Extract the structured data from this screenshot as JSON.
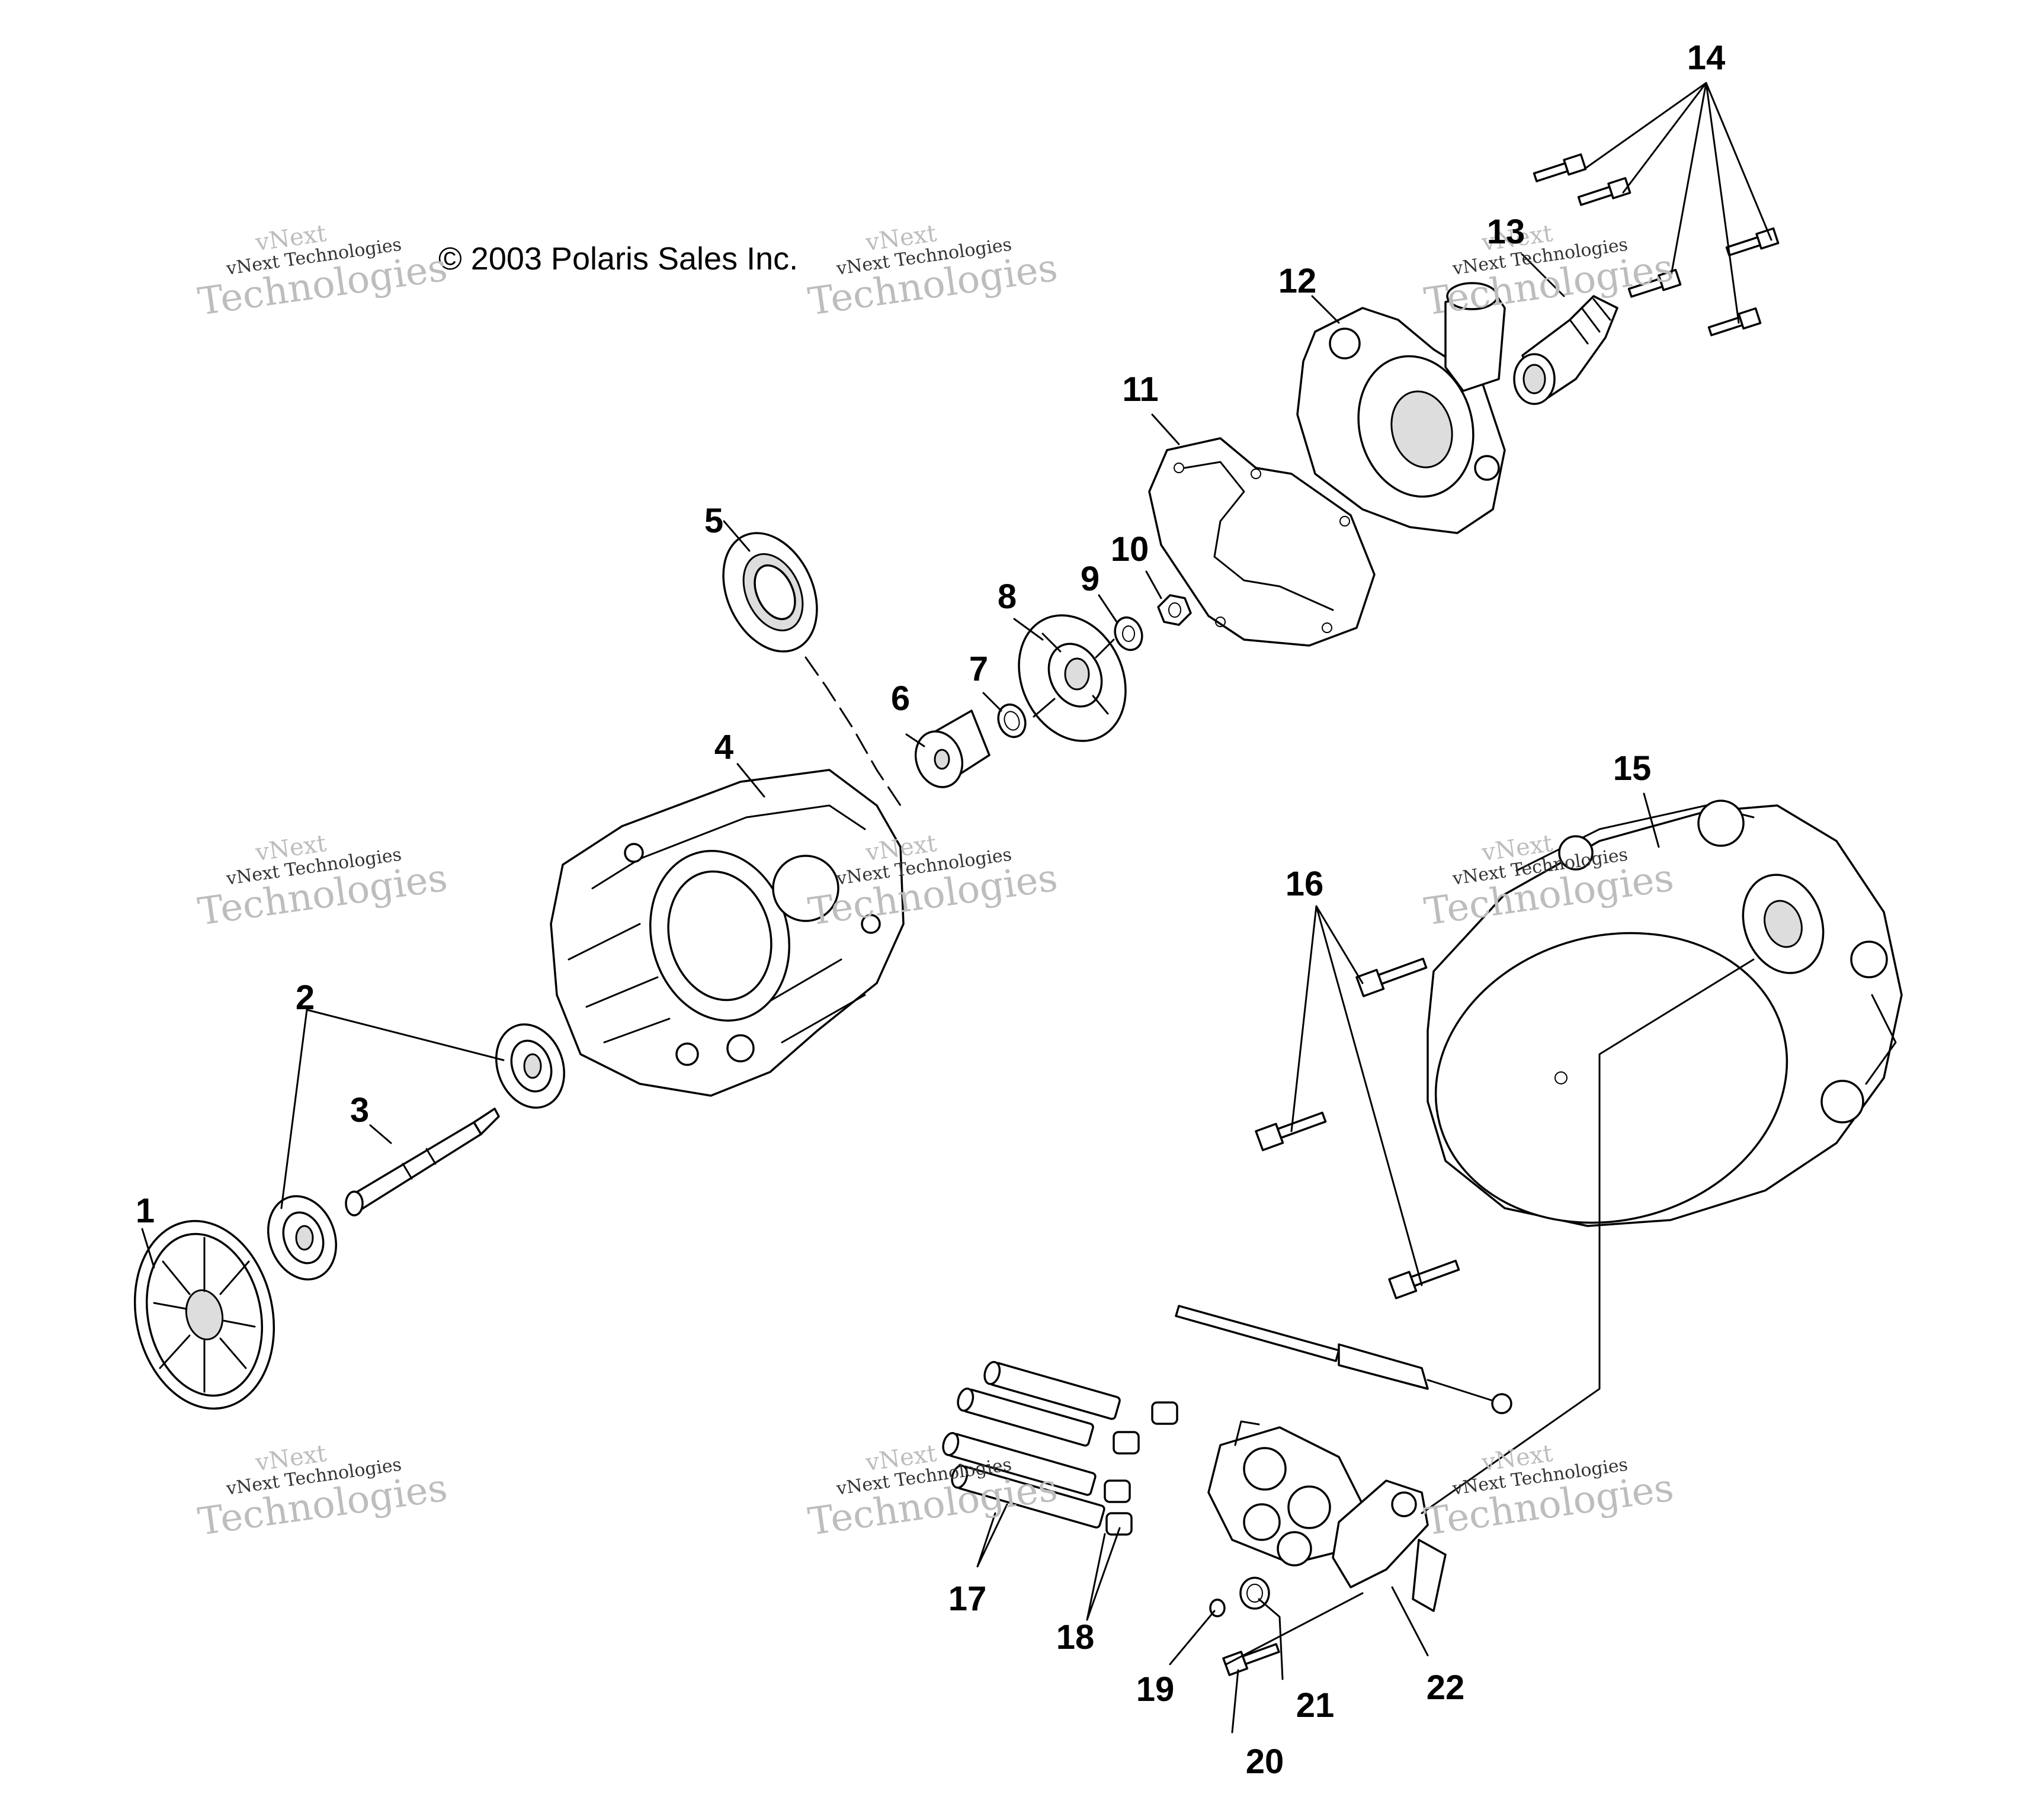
{
  "copyright": "© 2003 Polaris Sales Inc.",
  "watermark": {
    "line1": "vNext",
    "line2": "vNext Technologies",
    "line3": "Technologies"
  },
  "callouts": [
    "1",
    "2",
    "3",
    "4",
    "5",
    "6",
    "7",
    "8",
    "9",
    "10",
    "11",
    "12",
    "13",
    "14",
    "15",
    "16",
    "17",
    "18",
    "19",
    "20",
    "21",
    "22"
  ]
}
